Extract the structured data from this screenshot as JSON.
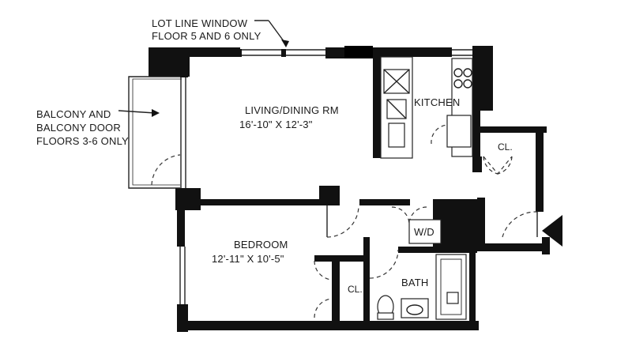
{
  "notes": {
    "lot_line_window": [
      "LOT LINE WINDOW",
      "FLOOR 5 AND 6 ONLY"
    ],
    "balcony": [
      "BALCONY AND",
      "BALCONY DOOR",
      "FLOORS 3-6 ONLY"
    ]
  },
  "rooms": {
    "living": {
      "name": "LIVING/DINING RM",
      "size": "16'-10\" X 12'-3\""
    },
    "kitchen": {
      "name": "KITCHEN"
    },
    "bedroom": {
      "name": "BEDROOM",
      "size": "12'-11\" X 10'-5\""
    },
    "bath": {
      "name": "BATH"
    },
    "washer_dryer": {
      "name": "W/D"
    },
    "closet_hall": {
      "name": "CL."
    },
    "closet_bedroom": {
      "name": "CL."
    }
  },
  "icons": {
    "entry": "entry-arrow-icon",
    "range": "stove-icon",
    "sink": "kitchen-sink-icon",
    "toilet": "toilet-icon",
    "tub": "bathtub-icon"
  },
  "colors": {
    "wall": "#111111",
    "line": "#222222",
    "background": "#ffffff"
  }
}
